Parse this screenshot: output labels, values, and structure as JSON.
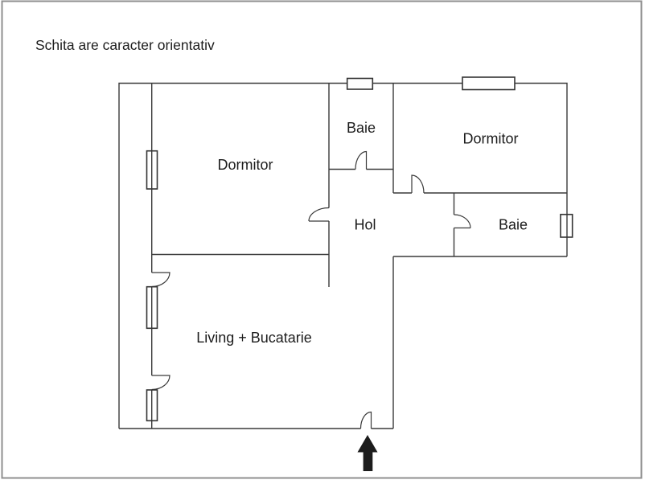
{
  "title": "Schita are caracter orientativ",
  "rooms": [
    {
      "id": "dormitor-left",
      "label": "Dormitor"
    },
    {
      "id": "baie-top",
      "label": "Baie"
    },
    {
      "id": "dormitor-right",
      "label": "Dormitor"
    },
    {
      "id": "hol",
      "label": "Hol"
    },
    {
      "id": "baie-right",
      "label": "Baie"
    },
    {
      "id": "living",
      "label": "Living + Bucatarie"
    }
  ],
  "symbols": {
    "entrance_arrow": "arrow-up",
    "window_count": 6,
    "door_count": 7
  },
  "colors": {
    "wall": "#3a3a3a",
    "text": "#1c1c1c",
    "arrow": "#1c1c1c",
    "page_border": "#8f8f8f",
    "background": "#ffffff"
  }
}
